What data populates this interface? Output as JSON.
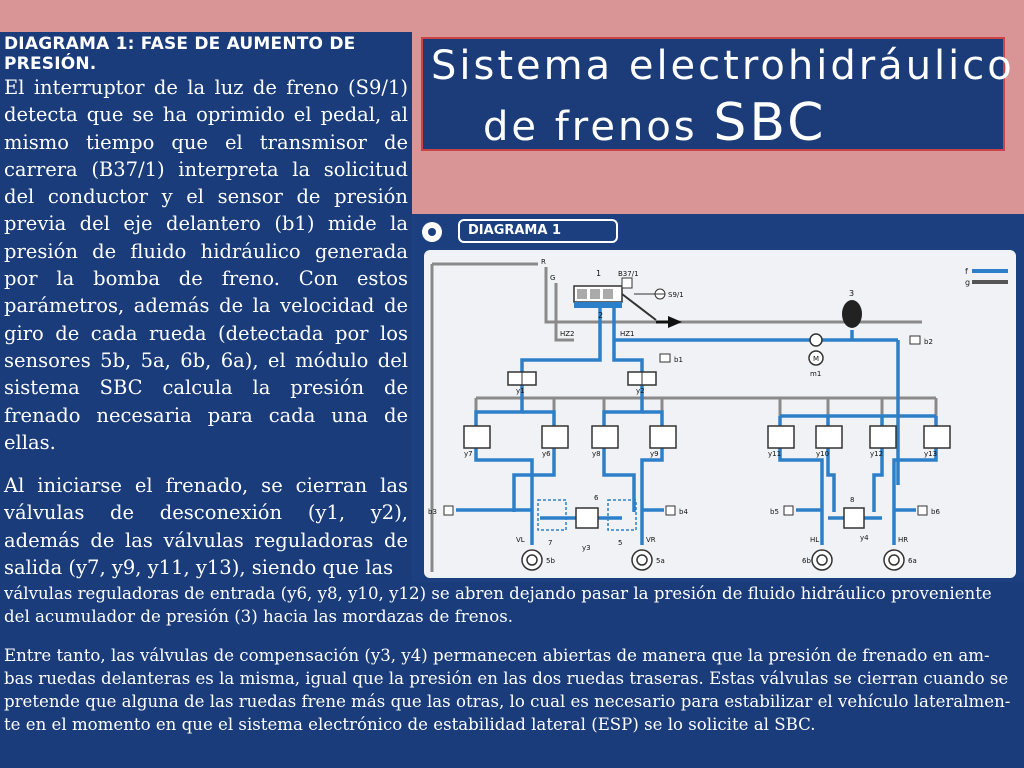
{
  "title": {
    "line1": "Sistema electrohidráulico",
    "line2_prefix": "de frenos",
    "line2_big": "SBC"
  },
  "left": {
    "heading": "DIAGRAMA 1: FASE DE AUMENTO DE PRESIÓN.",
    "paragraph1": "El interruptor de la luz de freno (S9/1) detecta que se ha oprimido el pedal, al mismo tiempo que el transmisor de carrera (B37/1) interpreta la solicitud del conductor y el sensor de presión previa del eje delantero (b1) mide la presión de fluido hidráulico generada por la bomba de freno. Con estos parámetros, además de la velocidad de giro de cada rueda (detectada por los sensores 5b, 5a, 6b, 6a), el módulo del sistema SBC calcula la presión de frenado necesaria para cada una de ellas.",
    "paragraph2_start": "Al iniciarse el frenado, se cierran las válvulas de desconexión (y1, y2), además de las válvulas reguladoras de salida (y7, y9, y11, y13), siendo que las"
  },
  "bottom": {
    "line1": "válvulas reguladoras de entrada (y6, y8, y10, y12) se abren dejando pasar la presión de fluido hidráulico proveniente",
    "line2": "del acumulador de presión (3) hacia las mordazas de frenos.",
    "line3": "Entre tanto, las válvulas de compensación (y3, y4) permanecen abiertas de manera que la presión de frenado en am-",
    "line4": "bas ruedas delanteras es la misma, igual que la presión en las dos ruedas traseras. Estas válvulas se cierran cuando se",
    "line5": "pretende que alguna de las ruedas frene más que las otras, lo cual es necesario para estabilizar el vehículo lateralmen-",
    "line6": "te en el momento en que el sistema electrónico de estabilidad lateral (ESP) se lo solicite al SBC."
  },
  "diagram": {
    "tab_label": "DIAGRAMA 1",
    "labels": {
      "r": "R",
      "g": "G",
      "n1": "1",
      "n2": "2",
      "n3": "3",
      "b37": "B37/1",
      "s9": "S9/1",
      "hz2": "HZ2",
      "hz1": "HZ1",
      "b1": "b1",
      "b2": "b2",
      "m": "M",
      "m1": "m1",
      "y1": "y1",
      "y2": "y2",
      "y3": "y3",
      "y4": "y4",
      "y6": "y6",
      "y7": "y7",
      "y8": "y8",
      "y9": "y9",
      "y10": "y10",
      "y11": "y11",
      "y12": "y12",
      "y13": "y13",
      "b3": "b3",
      "b4": "b4",
      "b5": "b5",
      "b6": "b6",
      "n7": "7",
      "n5": "5",
      "n8": "8",
      "n6": "6",
      "vl": "VL",
      "vr": "VR",
      "hl": "HL",
      "hr": "HR",
      "s5b": "5b",
      "s5a": "5a",
      "s6b": "6b",
      "s6a": "6a",
      "legend_f": "f",
      "legend_g": "g"
    },
    "colors": {
      "pressure_line": "#2e7fc9",
      "return_line": "#7a7a7a",
      "control_line": "#b0b0b0"
    }
  }
}
